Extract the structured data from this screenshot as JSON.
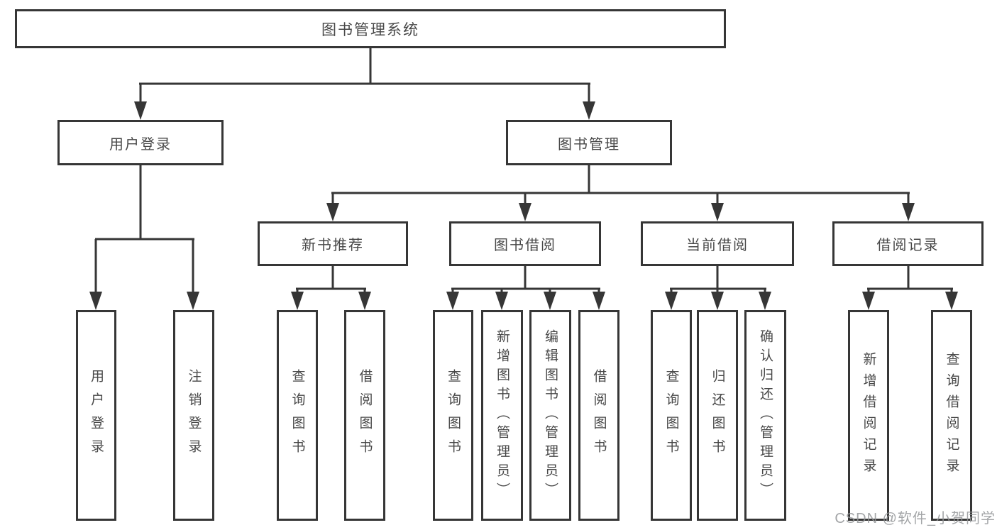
{
  "tree": {
    "label": "图书管理系统",
    "children": [
      {
        "label": "用户登录",
        "children": [
          {
            "label": "用户登录"
          },
          {
            "label": "注销登录"
          }
        ]
      },
      {
        "label": "图书管理",
        "children": [
          {
            "label": "新书推荐",
            "children": [
              {
                "label": "查询图书"
              },
              {
                "label": "借阅图书"
              }
            ]
          },
          {
            "label": "图书借阅",
            "children": [
              {
                "label": "查询图书"
              },
              {
                "label": "新增图书（管理员）"
              },
              {
                "label": "编辑图书（管理员）"
              },
              {
                "label": "借阅图书"
              }
            ]
          },
          {
            "label": "当前借阅",
            "children": [
              {
                "label": "查询图书"
              },
              {
                "label": "归还图书"
              },
              {
                "label": "确认归还（管理员）"
              }
            ]
          },
          {
            "label": "借阅记录",
            "children": [
              {
                "label": "新增借阅记录"
              },
              {
                "label": "查询借阅记录"
              }
            ]
          }
        ]
      }
    ]
  },
  "watermark": "CSDN @软件_小贺同学",
  "colors": {
    "line": "#363636",
    "text": "#474747",
    "watermark": "#949699",
    "background": "#ffffff"
  }
}
